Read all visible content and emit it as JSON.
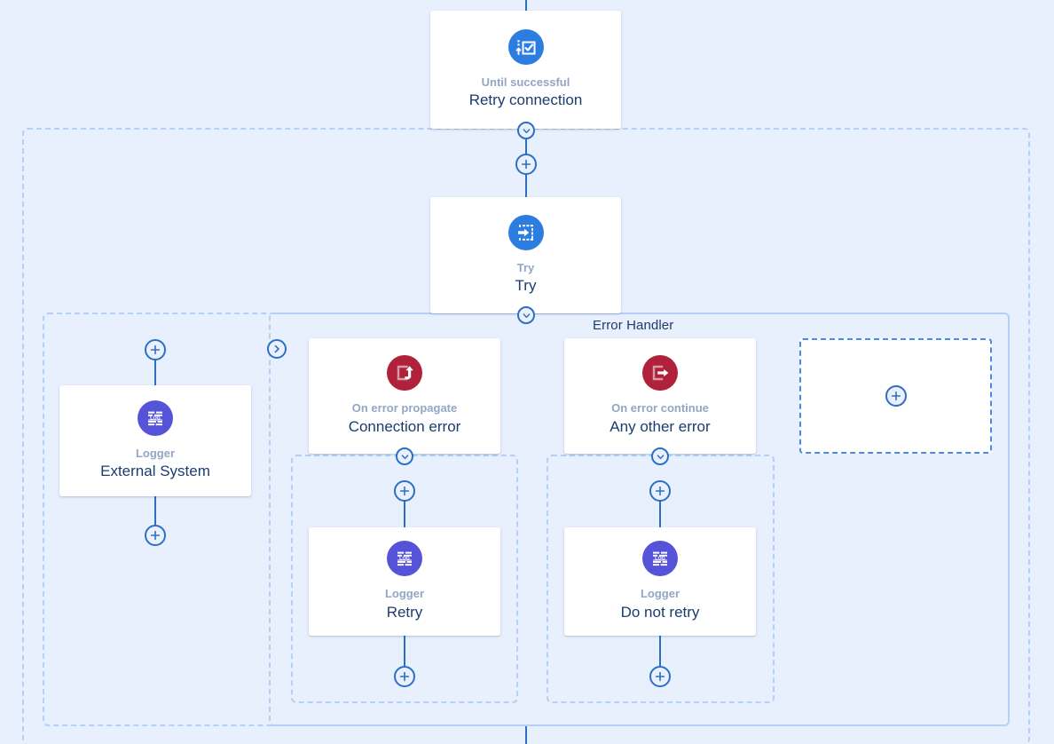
{
  "canvas": {
    "background_color": "#e9f0fd",
    "line_color": "#2c6fc4",
    "scope_border_color": "#b5cff6"
  },
  "scopes": [
    {
      "name": "until-successful-scope",
      "label": ""
    },
    {
      "name": "try-scope",
      "label": ""
    },
    {
      "name": "error-handler-scope",
      "label": "Error Handler"
    },
    {
      "name": "on-error-propagate-body",
      "label": ""
    },
    {
      "name": "on-error-continue-body",
      "label": ""
    }
  ],
  "nodes": {
    "retry_connection": {
      "subtitle": "Until successful",
      "title": "Retry connection",
      "icon": "until-successful-icon",
      "icon_color": "#2b7de0"
    },
    "try": {
      "subtitle": "Try",
      "title": "Try",
      "icon": "try-icon",
      "icon_color": "#2b7de0"
    },
    "external_system": {
      "subtitle": "Logger",
      "title": "External System",
      "icon": "logger-icon",
      "icon_color": "#5554d9"
    },
    "connection_error": {
      "subtitle": "On error propagate",
      "title": "Connection error",
      "icon": "on-error-propagate-icon",
      "icon_color": "#b0213c"
    },
    "any_other_error": {
      "subtitle": "On error continue",
      "title": "Any other error",
      "icon": "on-error-continue-icon",
      "icon_color": "#b0213c"
    },
    "logger_retry": {
      "subtitle": "Logger",
      "title": "Retry",
      "icon": "logger-icon",
      "icon_color": "#5554d9"
    },
    "logger_do_not_retry": {
      "subtitle": "Logger",
      "title": "Do not retry",
      "icon": "logger-icon",
      "icon_color": "#5554d9"
    }
  },
  "buttons": {
    "add_label": "+",
    "collapse_label": "v",
    "expand_label": ">"
  },
  "empty_slot": {
    "name": "add-error-handler-slot"
  }
}
